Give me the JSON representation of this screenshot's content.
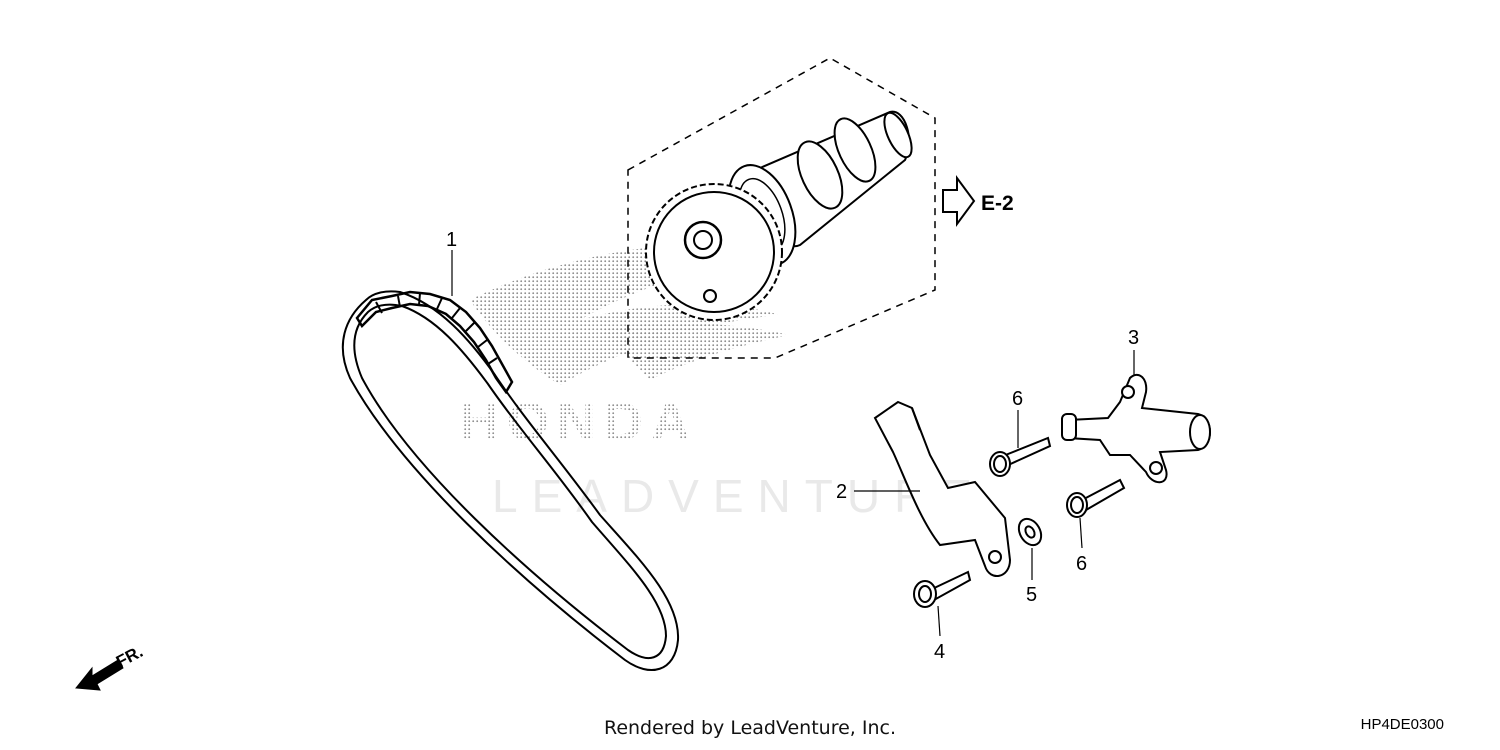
{
  "watermark": {
    "brand": "HONDA",
    "provider": "LEADVENTURE"
  },
  "callouts": {
    "part_1": "1",
    "part_2": "2",
    "part_3": "3",
    "part_4": "4",
    "part_5": "5",
    "part_6a": "6",
    "part_6b": "6"
  },
  "reference": {
    "label": "E-2"
  },
  "direction": {
    "label": "FR."
  },
  "footer": {
    "credit": "Rendered by LeadVenture, Inc.",
    "diagram_code": "HP4DE0300"
  },
  "colors": {
    "line": "#000000",
    "watermark_dots": "#8a8a8a",
    "watermark_light": "#e9e9e9"
  }
}
